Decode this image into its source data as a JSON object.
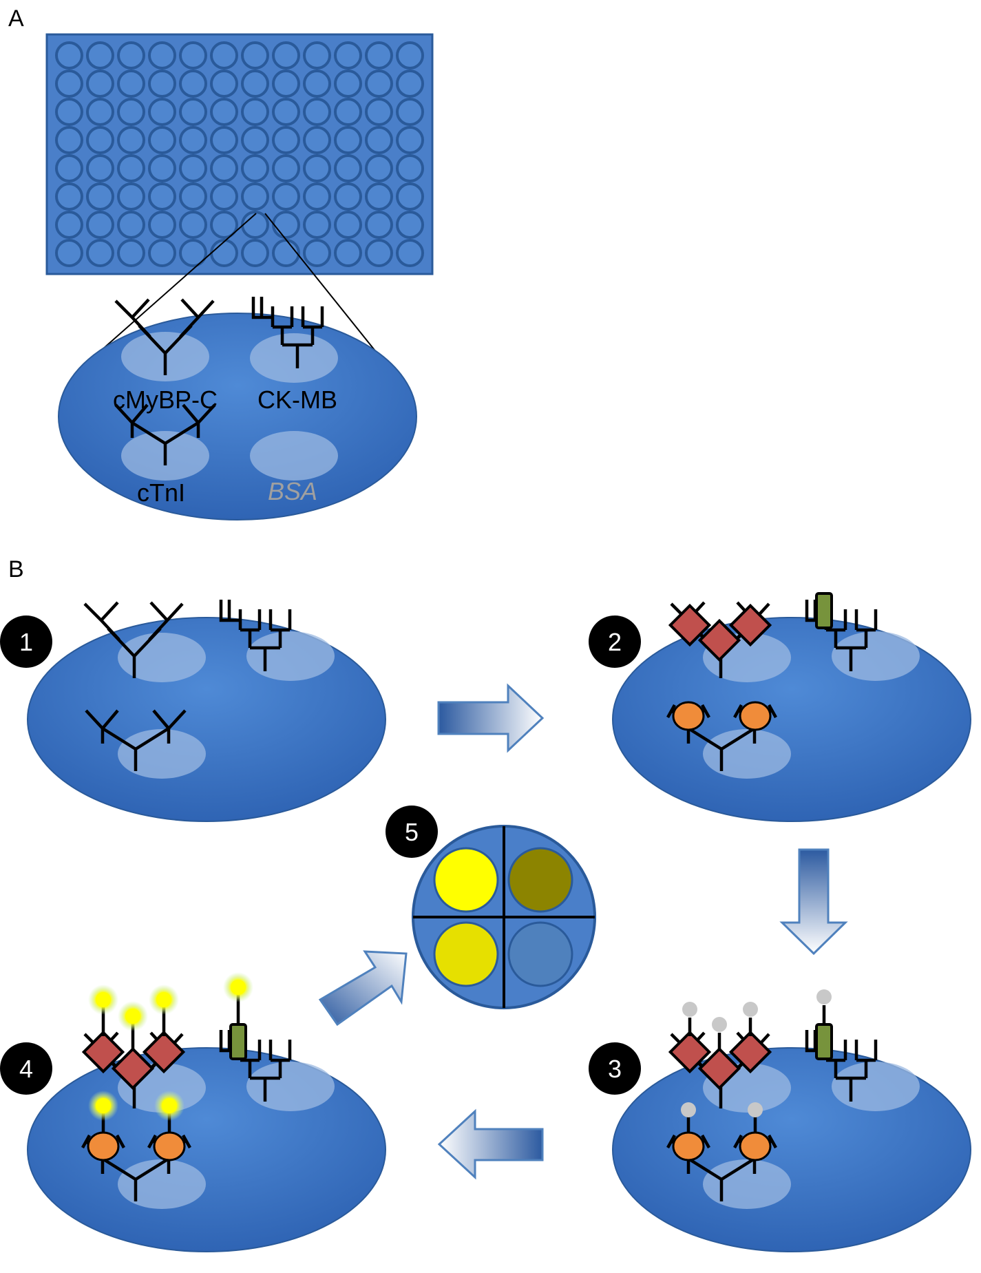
{
  "panels": {
    "a_label": "A",
    "b_label": "B"
  },
  "well_labels": {
    "cmybpc": "cMyBP-C",
    "ckmb": "CK-MB",
    "ctni": "cTnI",
    "bsa": "BSA"
  },
  "steps": [
    "1",
    "2",
    "3",
    "4",
    "5"
  ],
  "plate": {
    "rows": 8,
    "cols": 12
  },
  "colors": {
    "well_blue": "#3c78c8",
    "plate_blue": "#4a7fc9",
    "spot": "#9cb9e2",
    "troponin_red": "#c0504d",
    "ckmb_green": "#77933c",
    "ctni_orange": "#f08c3a",
    "signal_yellow": "#ffff00",
    "signal_olive": "#8c8400",
    "signal_pale": "#e6e000",
    "no_signal": "#4f81bd",
    "detection_grey": "#c8c8c8"
  }
}
